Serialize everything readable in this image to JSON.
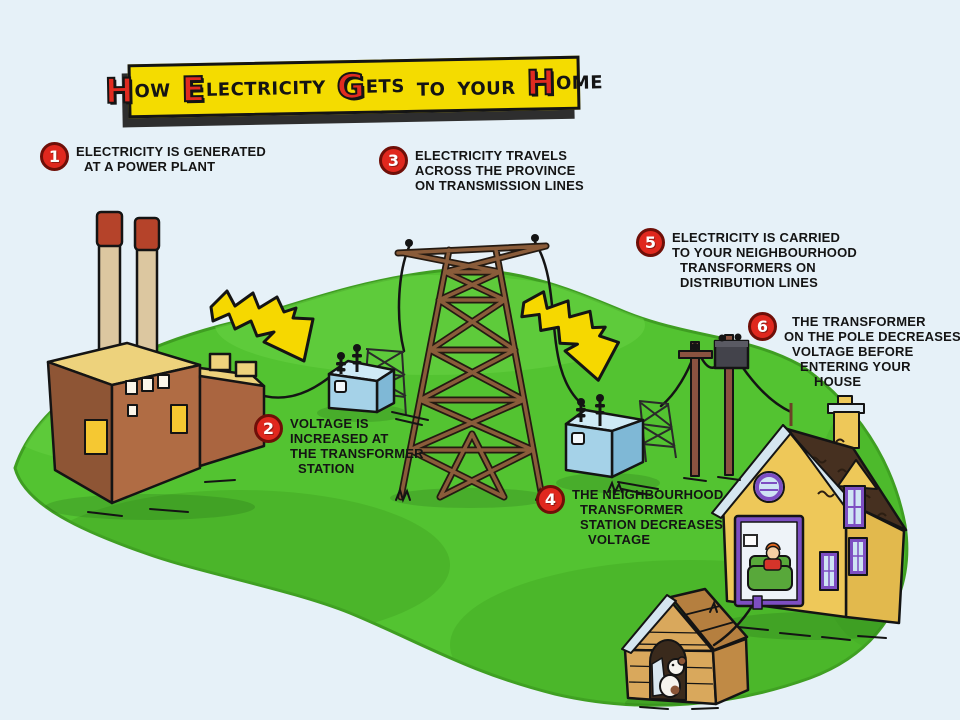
{
  "title": {
    "words": [
      {
        "cap": "H",
        "rest": "OW"
      },
      {
        "cap": "E",
        "rest": "LECTRICITY"
      },
      {
        "cap": "G",
        "rest": "ETS"
      },
      {
        "cap": "",
        "rest": "TO"
      },
      {
        "cap": "",
        "rest": "YOUR"
      },
      {
        "cap": "H",
        "rest": "OME"
      }
    ]
  },
  "steps": [
    {
      "num": "1",
      "lines": [
        "ELECTRICITY IS GENERATED",
        "AT A POWER PLANT",
        "",
        "",
        " "
      ]
    },
    {
      "num": "2",
      "lines": [
        "VOLTAGE IS",
        "INCREASED AT",
        "THE TRANSFORMER",
        "STATION",
        " "
      ]
    },
    {
      "num": "3",
      "lines": [
        "ELECTRICITY TRAVELS",
        "ACROSS THE PROVINCE",
        "ON TRANSMISSION LINES",
        "",
        " "
      ]
    },
    {
      "num": "4",
      "lines": [
        "THE NEIGHBOURHOOD",
        "TRANSFORMER",
        "STATION DECREASES",
        "VOLTAGE",
        " "
      ]
    },
    {
      "num": "5",
      "lines": [
        "ELECTRICITY IS CARRIED",
        "TO YOUR NEIGHBOURHOOD",
        "TRANSFORMERS ON",
        "DISTRIBUTION LINES",
        " "
      ]
    },
    {
      "num": "6",
      "lines": [
        "THE TRANSFORMER",
        "ON THE POLE DECREASES",
        "VOLTAGE BEFORE",
        "ENTERING YOUR",
        "HOUSE"
      ]
    }
  ],
  "scene": {
    "power_plant": "power plant with two smokestacks",
    "step_up_transformer": "transformer station (blue box)",
    "transmission_tower": "lattice transmission tower",
    "neighbourhood_transformer": "neighbourhood transformer station (blue box)",
    "distribution_poles": "utility poles with pole-mounted transformer",
    "house": "house with resident watching TV",
    "dog_house": "dog house with dog",
    "lightning_arrows": "yellow zigzag electricity arrows"
  },
  "colors": {
    "sky": "#e6f1f8",
    "grass": "#53c331",
    "grass-dark": "#43a824",
    "grass-light": "#68d244",
    "banner-yellow": "#f4dc00",
    "banner-shadow": "#2e2e2e",
    "badge-red": "#e0281e",
    "badge-border": "#6f0f08",
    "title-red": "#e02b20",
    "ink": "#141414",
    "bolt-yellow": "#f6d800",
    "transformer-front": "#a5d2e8",
    "transformer-top": "#cfeaf6",
    "transformer-side": "#7fb8d6",
    "plant-front": "#b06c44",
    "plant-side": "#8e5535",
    "plant-roof": "#edd27c",
    "chimney": "#dcc7a0",
    "chimney-top": "#b5432a",
    "tower-brown": "#8a5c3a",
    "tower-outline": "#241a12",
    "pole-brown": "#8a5340",
    "house-yellow": "#eec859",
    "house-side": "#e2b94d",
    "roof-brown": "#463020",
    "trim-purple": "#7d4ec2",
    "glass-blue": "#cfe4f4",
    "roof-edge": "#d5e6f0",
    "doghouse-front": "#d9a85c",
    "doghouse-roof": "#b57f3f",
    "couch-green": "#58a83a",
    "window-yellow": "#f5c832"
  }
}
